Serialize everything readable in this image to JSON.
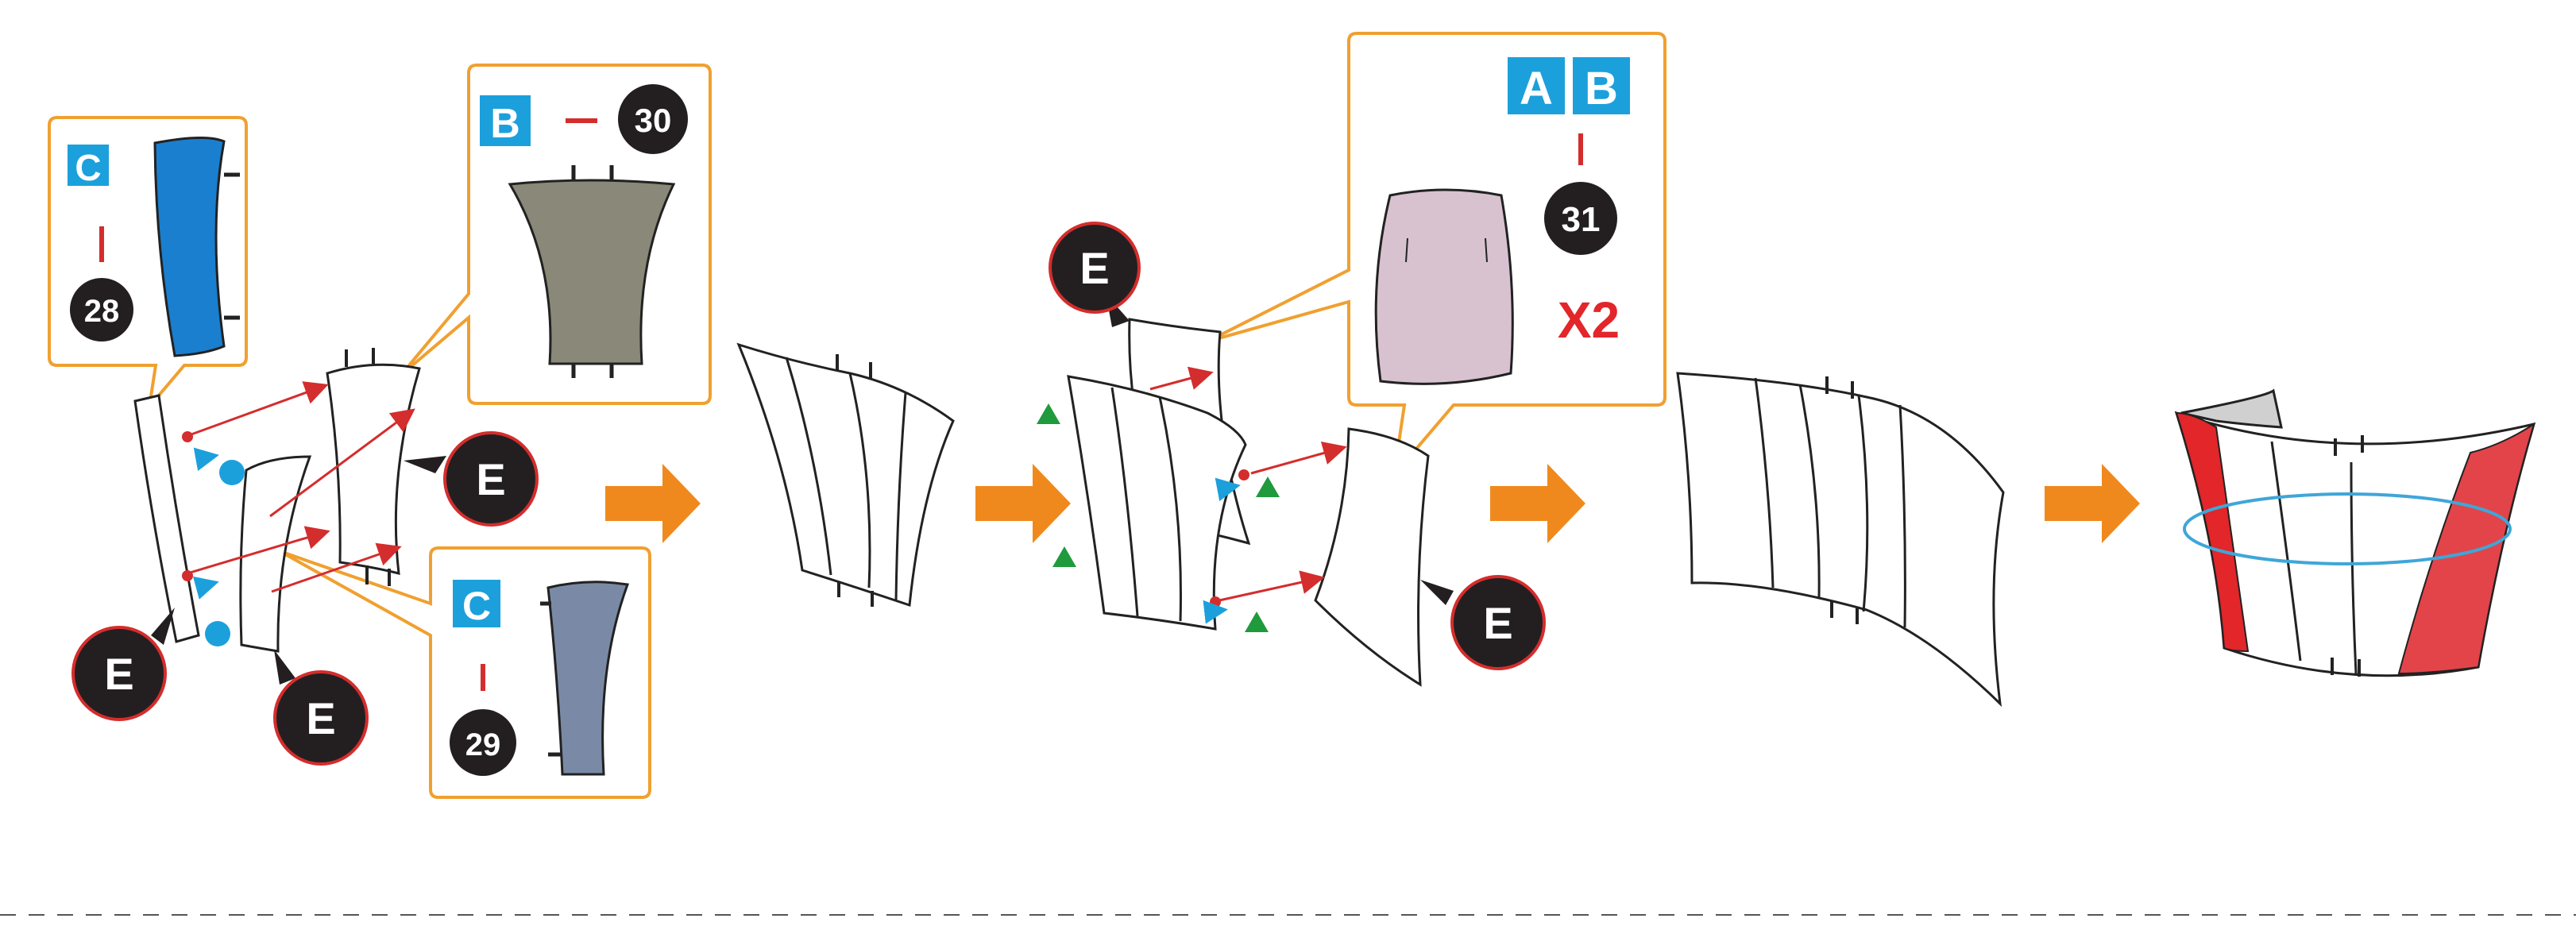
{
  "colors": {
    "orange": "#f0891d",
    "callout_border": "#f0a030",
    "blue_badge": "#1ca0dc",
    "red": "#d42d2d",
    "green": "#1f9a3c",
    "dark_circle": "#231f20",
    "part_C28": "#1a7fce",
    "part_B30": "#8a8878",
    "part_C29": "#7a8aa6",
    "part_AB31": "#d8c2cf",
    "shell_red": "#e2444a",
    "ring_blue": "#3fa6d8",
    "dash": "#555555"
  },
  "callouts": {
    "c28": {
      "sheet": "C",
      "part": "28"
    },
    "b30": {
      "sheet": "B",
      "part": "30"
    },
    "c29": {
      "sheet": "C",
      "part": "29"
    },
    "ab31": {
      "sheets": [
        "A",
        "B"
      ],
      "part": "31",
      "quantity": "X2"
    }
  },
  "labels": {
    "piece": "E"
  },
  "steps": [
    {
      "id": "step-1",
      "icon": "attach-sub-panels"
    },
    {
      "id": "step-2",
      "icon": "four-panel-strip"
    },
    {
      "id": "step-3",
      "icon": "attach-side-panels"
    },
    {
      "id": "step-4",
      "icon": "six-panel-strip"
    },
    {
      "id": "step-5",
      "icon": "rolled-ring"
    }
  ]
}
